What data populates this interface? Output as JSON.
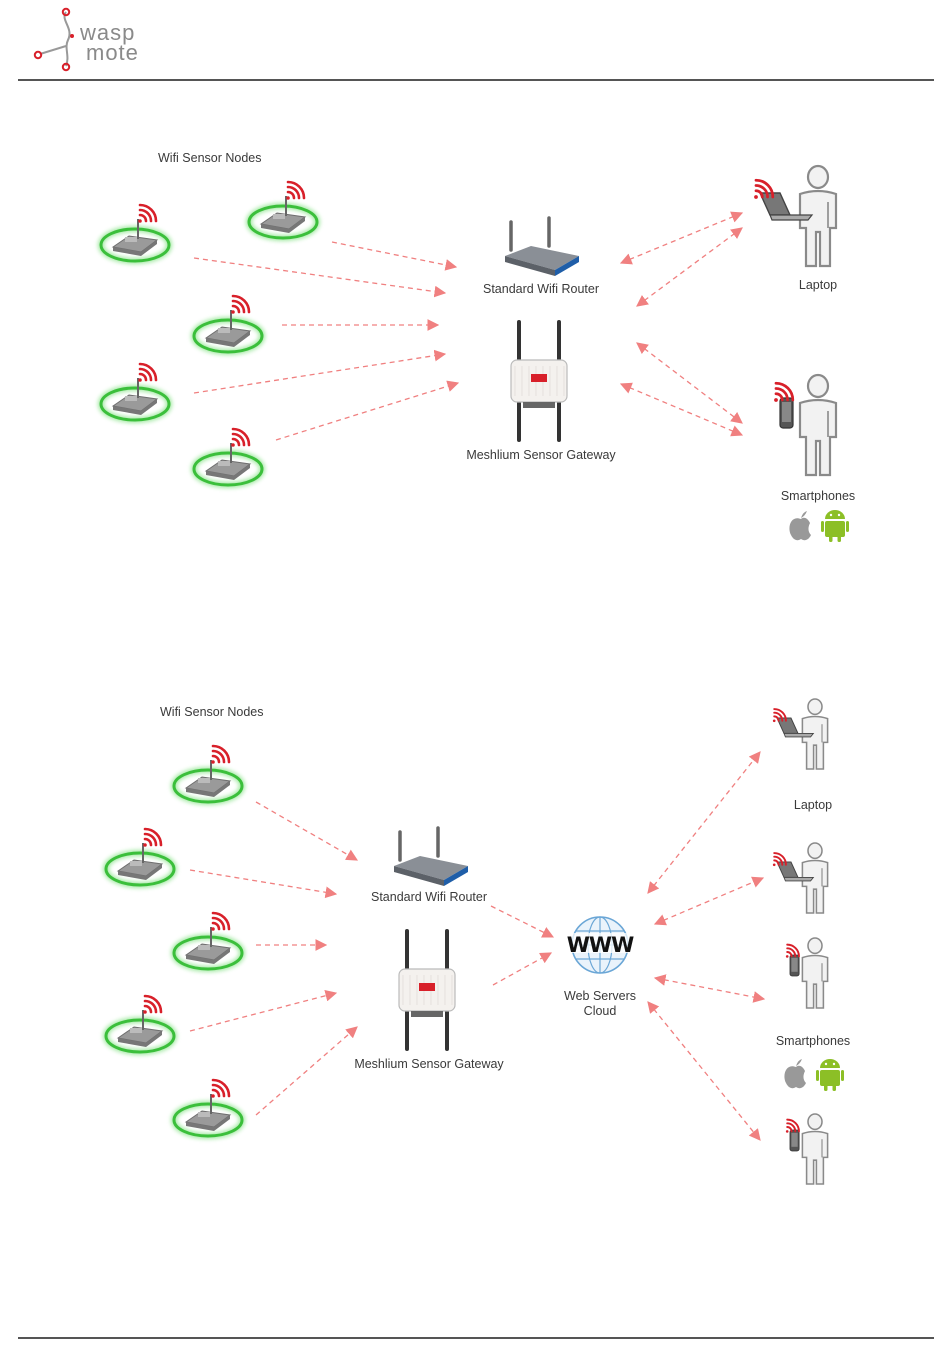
{
  "logo": {
    "line1": "wasp",
    "line2": "mote"
  },
  "diagram1": {
    "nodes_label": "Wifi Sensor Nodes",
    "router_label": "Standard Wifi Router",
    "gateway_label": "Meshlium Sensor Gateway",
    "laptop_label": "Laptop",
    "smartphones_label": "Smartphones"
  },
  "diagram2": {
    "nodes_label": "Wifi Sensor Nodes",
    "router_label": "Standard Wifi Router",
    "gateway_label": "Meshlium Sensor Gateway",
    "cloud_label_line1": "Web Servers",
    "cloud_label_line2": "Cloud",
    "www_text": "WWW",
    "laptop_label": "Laptop",
    "smartphones_label": "Smartphones"
  },
  "colors": {
    "arrow": "#f08080",
    "node_ring": "#3bbf3b",
    "signal": "#d8202a",
    "router_base": "#1f5ea8",
    "android": "#8cbf26",
    "apple": "#999999"
  },
  "icons": [
    "sensor-node-icon",
    "wifi-signal-icon",
    "router-icon",
    "gateway-icon",
    "person-icon",
    "laptop-icon",
    "smartphone-icon",
    "globe-icon",
    "apple-icon",
    "android-icon"
  ]
}
